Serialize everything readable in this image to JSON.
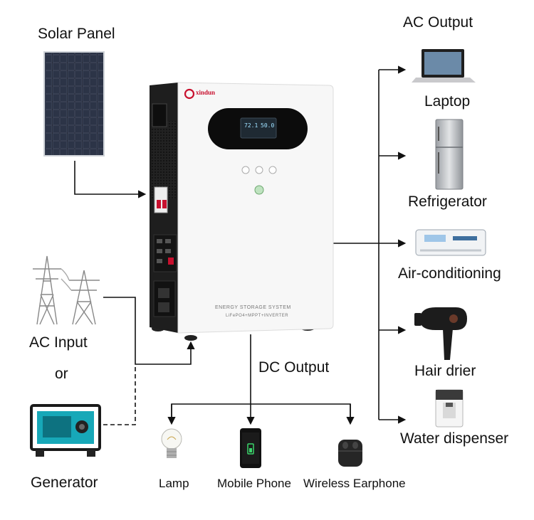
{
  "inputs": {
    "solar_panel": "Solar Panel",
    "ac_input": "AC Input",
    "or": "or",
    "generator": "Generator"
  },
  "unit": {
    "brand": "xindun",
    "title": "ENERGY STORAGE SYSTEM",
    "subtitle": "LiFePO4+MPPT+INVERTER",
    "display_left": "72.1",
    "display_right": "50.0"
  },
  "ac_output": {
    "heading": "AC Output",
    "items": [
      "Laptop",
      "Refrigerator",
      "Air-conditioning",
      "Hair drier",
      "Water dispenser"
    ]
  },
  "dc_output": {
    "heading": "DC Output",
    "items": [
      "Lamp",
      "Mobile Phone",
      "Wireless Earphone"
    ]
  },
  "colors": {
    "line": "#111111",
    "unit_body": "#f7f7f7",
    "unit_side": "#1e1e1e",
    "accent": "#c8102e"
  }
}
